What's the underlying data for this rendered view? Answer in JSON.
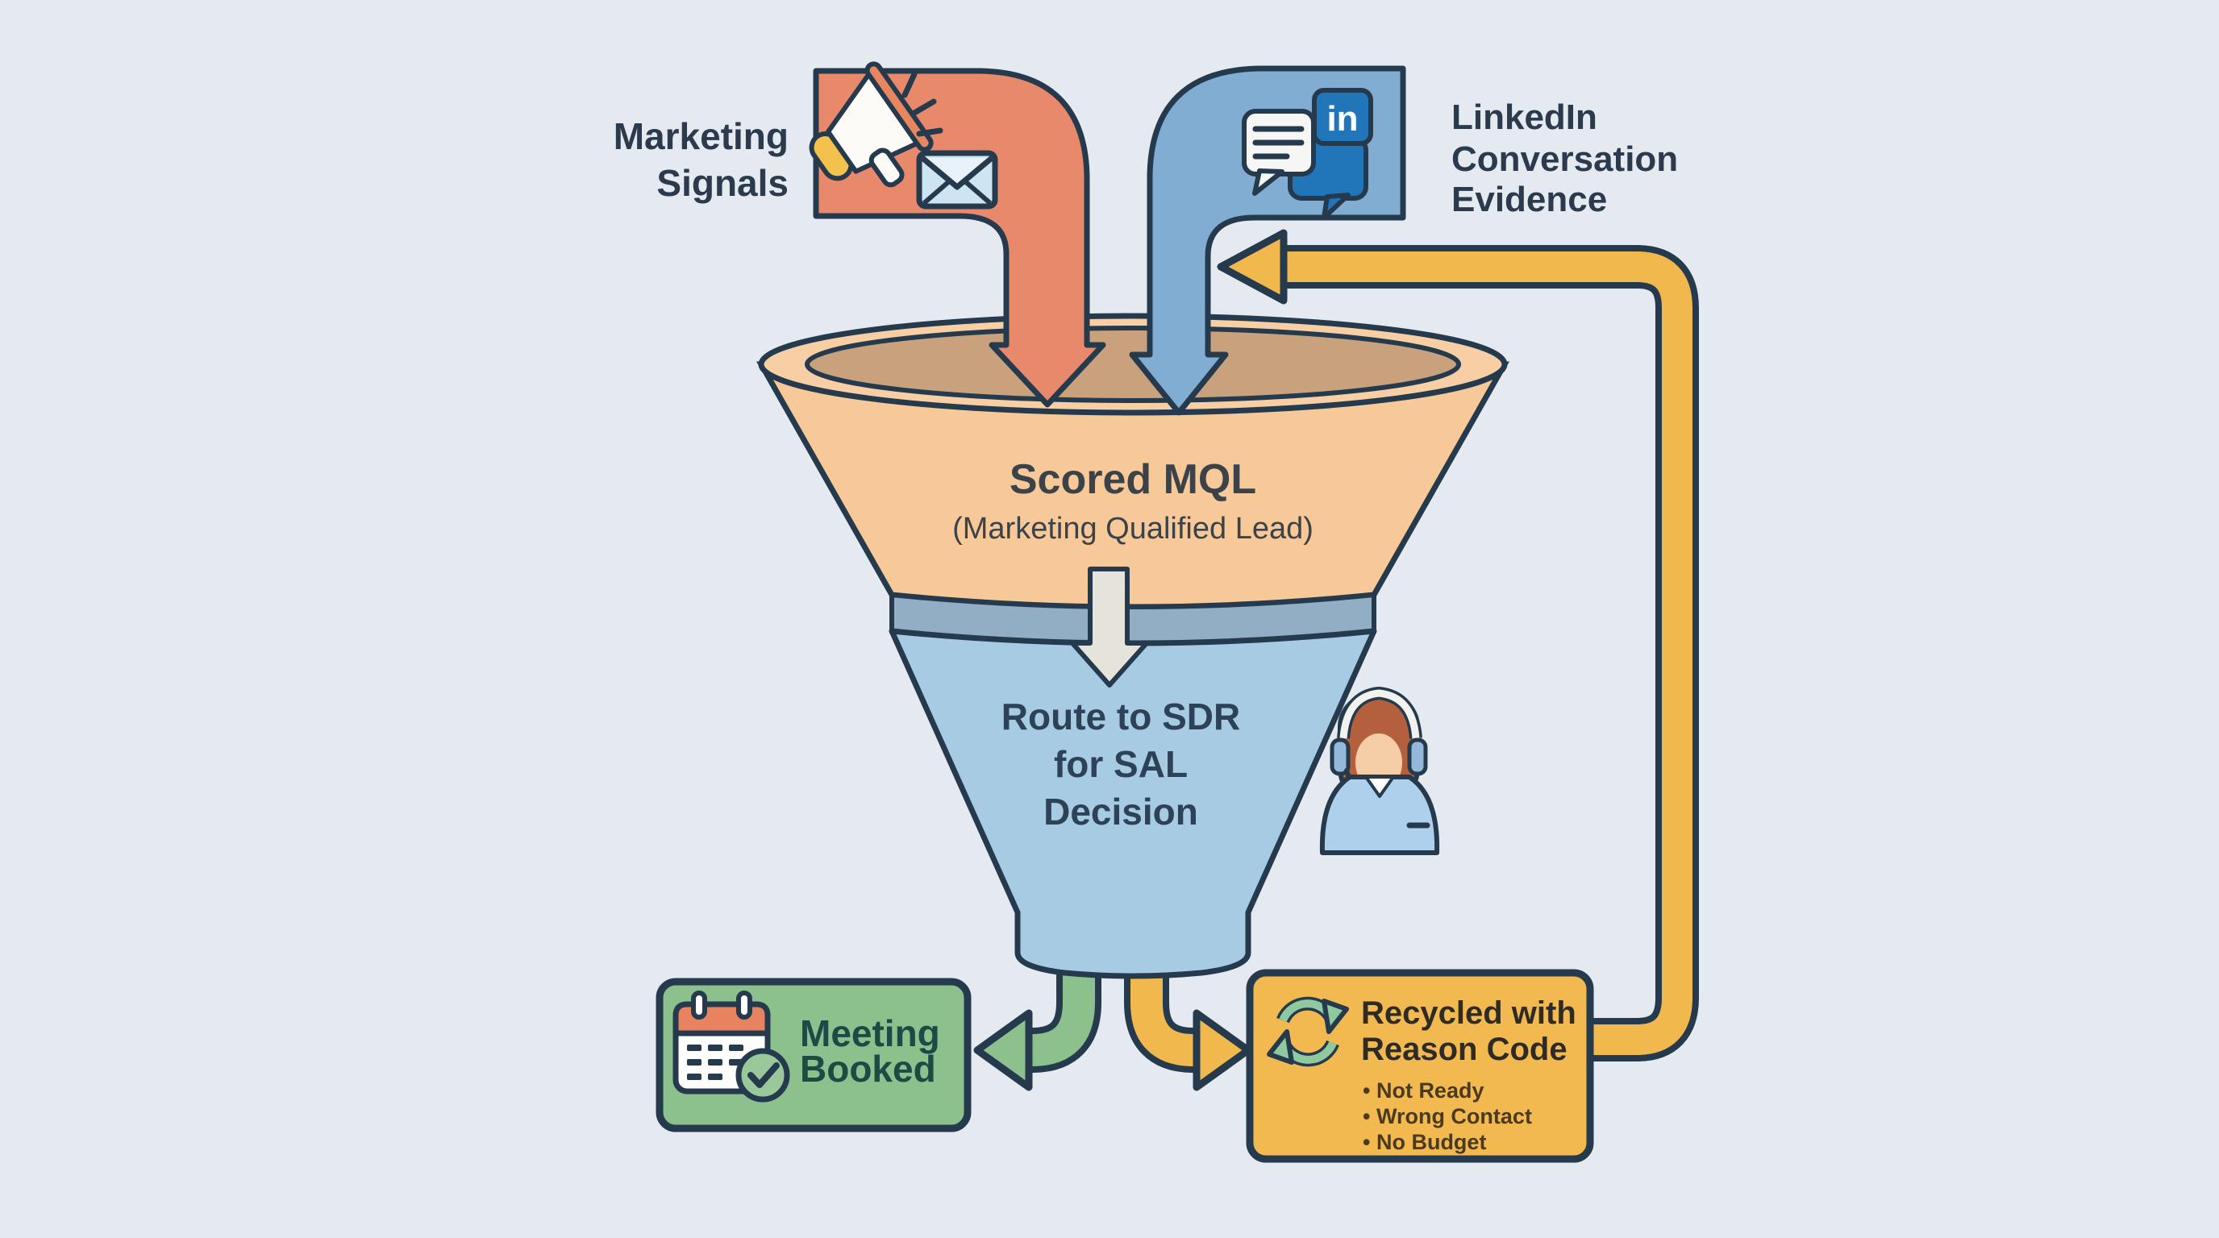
{
  "title": "MQL routing funnel diagram",
  "colors": {
    "background": "#e5eaf0",
    "outline": "#263a4e",
    "flow_orange": "#e9896c",
    "flow_blue": "#82add2",
    "funnel_bowl": "#f8c998",
    "funnel_bowl_rim": "#f8cfa4",
    "funnel_mouth": "#c9a27d",
    "funnel_collar": "#92aec4",
    "funnel_stem": "#a8cbe4",
    "gray_arrow": "#e6e3da",
    "green": "#8cc08c",
    "yellow": "#f1b84e",
    "linkedin_blue": "#2176ba",
    "text_primary": "#2b3a4d",
    "text_funnel_top": "#3b4249",
    "text_funnel_bottom": "#2d4257",
    "text_meeting": "#1d4a44",
    "text_recycled_title": "#2e2b26",
    "text_recycled_bullets": "#4a3a20"
  },
  "icons": {
    "megaphone": "megaphone-icon",
    "envelope": "envelope-icon",
    "chat_bubbles": "chat-bubbles-icon",
    "linkedin_badge": "linkedin-badge-icon",
    "sdr_agent": "sdr-agent-icon",
    "calendar_check": "calendar-check-icon",
    "recycle": "recycle-icon",
    "down_arrow": "down-arrow-icon",
    "feedback_loop": "feedback-loop-arrow-icon"
  },
  "labels": {
    "marketing_signals": {
      "line1": "Marketing",
      "line2": "Signals"
    },
    "linkedin_evidence": {
      "line1": "LinkedIn",
      "line2": "Conversation",
      "line3": "Evidence"
    },
    "linkedin_badge": "in",
    "funnel_top": {
      "title": "Scored MQL",
      "subtitle": "(Marketing Qualified Lead)"
    },
    "funnel_bottom": {
      "line1": "Route to SDR",
      "line2": "for SAL",
      "line3": "Decision"
    },
    "meeting_booked": {
      "line1": "Meeting",
      "line2": "Booked"
    },
    "recycled": {
      "title_line1": "Recycled with",
      "title_line2": "Reason Code",
      "bullets": [
        "• Not Ready",
        "• Wrong Contact",
        "• No Budget"
      ]
    }
  }
}
